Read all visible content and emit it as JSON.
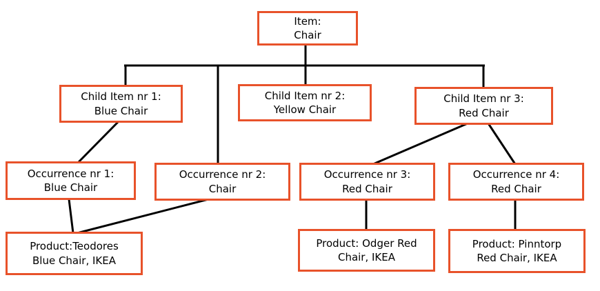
{
  "diagram": {
    "type": "hierarchy-tree",
    "colors": {
      "box_border": "#e8522a",
      "line": "#000000",
      "text": "#000000",
      "background": "#ffffff"
    },
    "nodes": {
      "item": {
        "label": "Item:\nChair"
      },
      "child1": {
        "label": "Child Item nr 1:\nBlue Chair"
      },
      "child2": {
        "label": "Child Item nr 2:\nYellow Chair"
      },
      "child3": {
        "label": "Child Item nr 3:\nRed Chair"
      },
      "occ1": {
        "label": "Occurrence nr 1:\nBlue Chair"
      },
      "occ2": {
        "label": "Occurrence nr 2:\nChair"
      },
      "occ3": {
        "label": "Occurrence nr 3:\nRed Chair"
      },
      "occ4": {
        "label": "Occurrence nr 4:\nRed Chair"
      },
      "prod1": {
        "label": "Product:Teodores\nBlue Chair, IKEA"
      },
      "prod2": {
        "label": "Product: Odger Red\nChair, IKEA"
      },
      "prod3": {
        "label": "Product: Pinntorp\nRed Chair, IKEA"
      }
    },
    "edges": [
      {
        "from": "item",
        "to": "child1"
      },
      {
        "from": "item",
        "to": "child2"
      },
      {
        "from": "item",
        "to": "child3"
      },
      {
        "from": "item",
        "to": "occ2"
      },
      {
        "from": "child1",
        "to": "occ1"
      },
      {
        "from": "child3",
        "to": "occ3"
      },
      {
        "from": "child3",
        "to": "occ4"
      },
      {
        "from": "occ1",
        "to": "prod1"
      },
      {
        "from": "occ2",
        "to": "prod1"
      },
      {
        "from": "occ3",
        "to": "prod2"
      },
      {
        "from": "occ4",
        "to": "prod3"
      }
    ]
  }
}
